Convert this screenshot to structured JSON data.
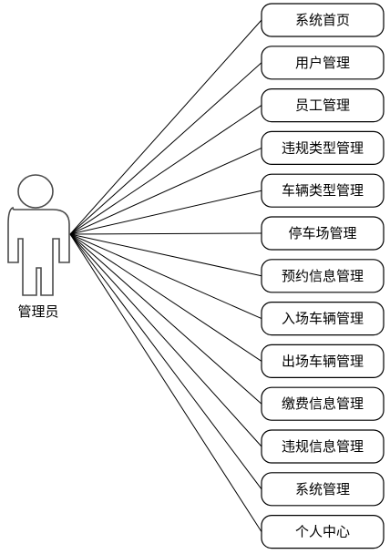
{
  "actor": {
    "label": "管理员",
    "icon": "person-icon"
  },
  "use_cases": [
    "系统首页",
    "用户管理",
    "员工管理",
    "违规类型管理",
    "车辆类型管理",
    "停车场管理",
    "预约信息管理",
    "入场车辆管理",
    "出场车辆管理",
    "缴费信息管理",
    "违规信息管理",
    "系统管理",
    "个人中心"
  ]
}
